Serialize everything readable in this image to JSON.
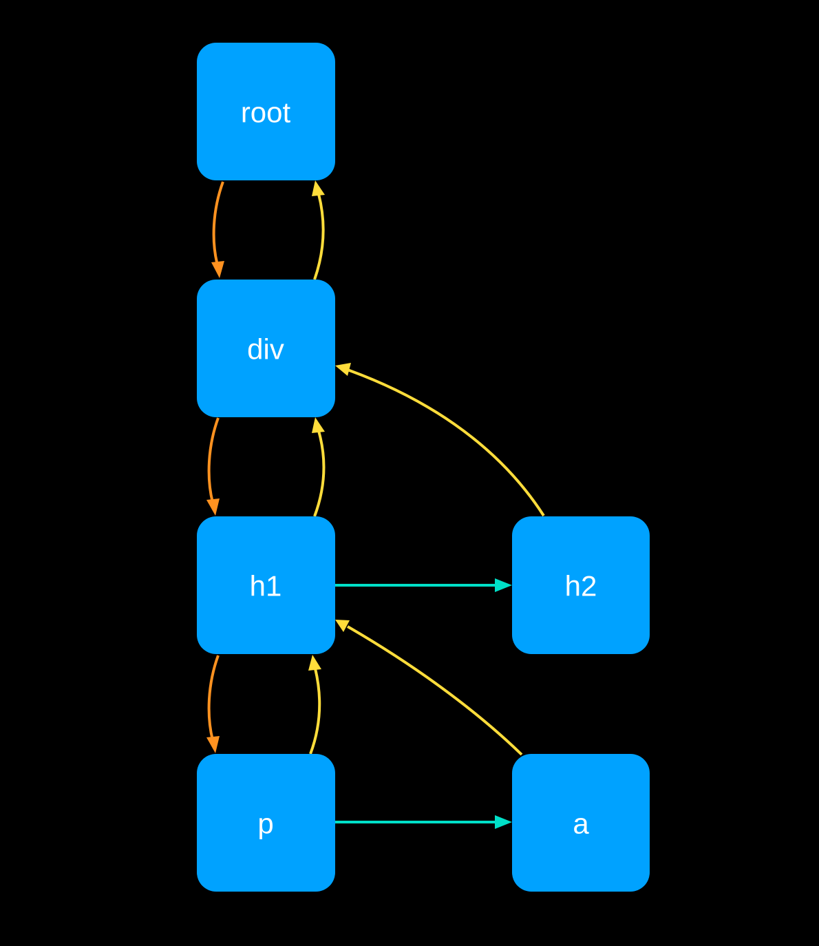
{
  "colors": {
    "background": "#000000",
    "node_fill": "#00A2FF",
    "node_text": "#FFFFFF",
    "child_edge": "#FF9220",
    "parent_edge": "#FFDD3B",
    "sibling_edge": "#00E0C8"
  },
  "nodes": [
    {
      "id": "root",
      "label": "root"
    },
    {
      "id": "div",
      "label": "div"
    },
    {
      "id": "h1",
      "label": "h1"
    },
    {
      "id": "h2",
      "label": "h2"
    },
    {
      "id": "p",
      "label": "p"
    },
    {
      "id": "a",
      "label": "a"
    }
  ],
  "edges": [
    {
      "from": "root",
      "to": "div",
      "kind": "child"
    },
    {
      "from": "div",
      "to": "root",
      "kind": "parent"
    },
    {
      "from": "div",
      "to": "h1",
      "kind": "child"
    },
    {
      "from": "h1",
      "to": "div",
      "kind": "parent"
    },
    {
      "from": "h2",
      "to": "div",
      "kind": "parent"
    },
    {
      "from": "h1",
      "to": "h2",
      "kind": "sibling"
    },
    {
      "from": "h1",
      "to": "p",
      "kind": "child"
    },
    {
      "from": "p",
      "to": "h1",
      "kind": "parent"
    },
    {
      "from": "a",
      "to": "h1",
      "kind": "parent"
    },
    {
      "from": "p",
      "to": "a",
      "kind": "sibling"
    }
  ]
}
